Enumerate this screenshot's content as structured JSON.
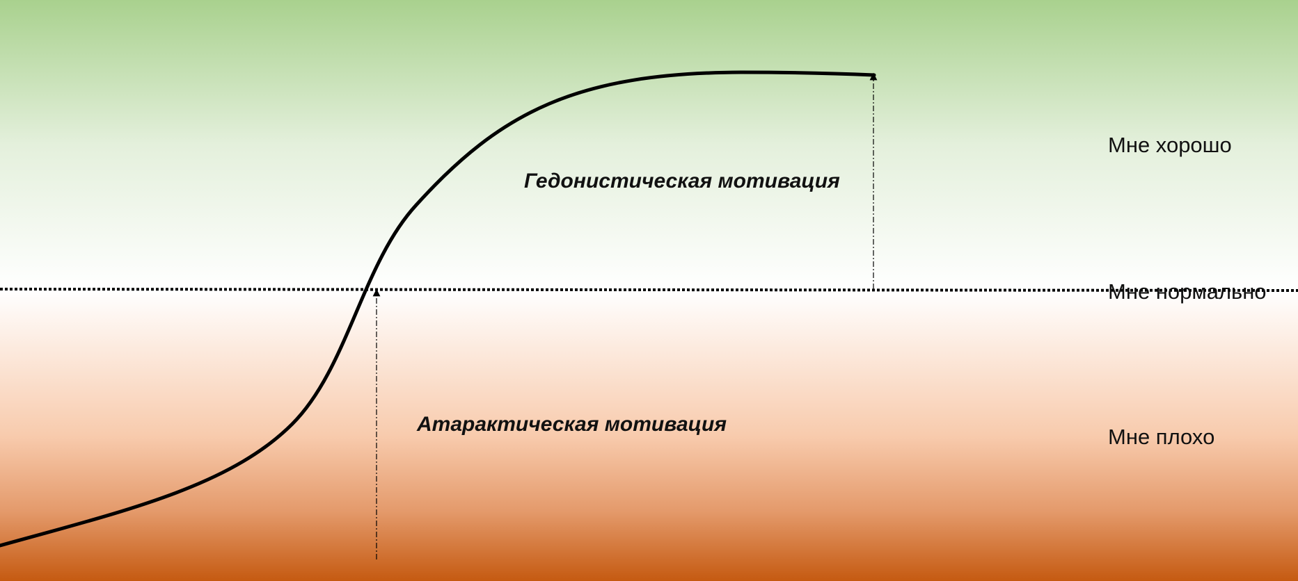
{
  "diagram": {
    "zones": {
      "good": "Мне хорошо",
      "normal": "Мне нормально",
      "bad": "Мне плохо"
    },
    "motivations": {
      "hedonistic": "Гедонистическая мотивация",
      "ataractic": "Атарактическая мотивация"
    },
    "colors": {
      "top": "#a9d18e",
      "middle": "#ffffff",
      "bottom": "#c55a11",
      "curve": "#000000"
    }
  }
}
